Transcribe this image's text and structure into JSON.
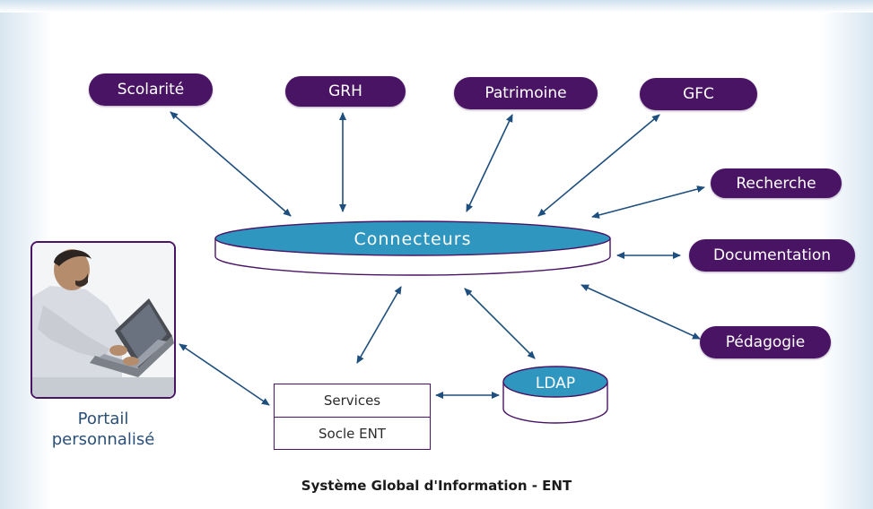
{
  "diagram": {
    "modules": [
      {
        "id": "scolarite",
        "label": "Scolarité"
      },
      {
        "id": "grh",
        "label": "GRH"
      },
      {
        "id": "patrimoine",
        "label": "Patrimoine"
      },
      {
        "id": "gfc",
        "label": "GFC"
      },
      {
        "id": "recherche",
        "label": "Recherche"
      },
      {
        "id": "documentation",
        "label": "Documentation"
      },
      {
        "id": "pedagogie",
        "label": "Pédagogie"
      }
    ],
    "connecteurs": "Connecteurs",
    "ldap": "LDAP",
    "socle": {
      "services": "Services",
      "socle_ent": "Socle ENT"
    },
    "portal_label": "Portail personnalisé",
    "caption": "Système Global d'Information - ENT"
  },
  "colors": {
    "module_fill": "#4a1465",
    "teal": "#2f96c0",
    "arrow": "#1f4f7e",
    "caption": "#1a1a1a"
  },
  "icons": {
    "user_photo": "person-with-laptop-icon"
  }
}
